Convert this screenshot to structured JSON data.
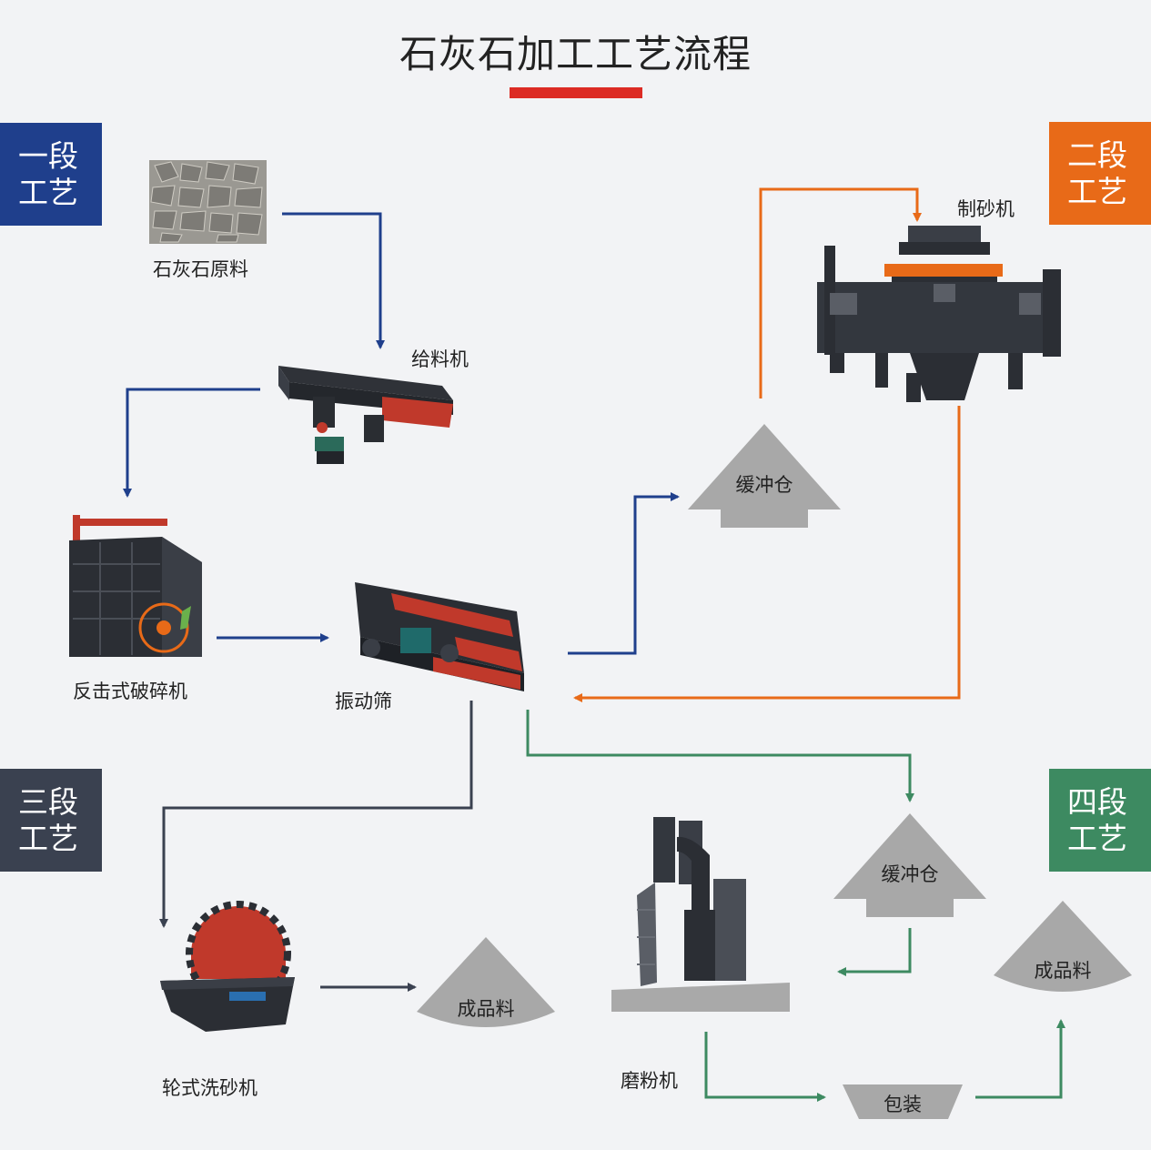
{
  "title": "石灰石加工工艺流程",
  "colors": {
    "accent_red": "#dc2b24",
    "stage1": "#1f3f8c",
    "stage2": "#e86a18",
    "stage3": "#3a4150",
    "stage4": "#3d8a61",
    "arrow_blue": "#1f3f8c",
    "arrow_orange": "#e86a18",
    "arrow_dark": "#3a4150",
    "arrow_green": "#3d8a61",
    "pile_gray": "#a8a8a8"
  },
  "stages": {
    "stage1": {
      "line1": "一段",
      "line2": "工艺"
    },
    "stage2": {
      "line1": "二段",
      "line2": "工艺"
    },
    "stage3": {
      "line1": "三段",
      "line2": "工艺"
    },
    "stage4": {
      "line1": "四段",
      "line2": "工艺"
    }
  },
  "nodes": {
    "raw_material": "石灰石原料",
    "feeder": "给料机",
    "impact_crusher": "反击式破碎机",
    "vibrating_screen": "振动筛",
    "sand_maker": "制砂机",
    "buffer_bin_1": "缓冲仓",
    "buffer_bin_2": "缓冲仓",
    "wheel_sand_washer": "轮式洗砂机",
    "product_1": "成品料",
    "product_2": "成品料",
    "grinding_mill": "磨粉机",
    "packaging": "包装"
  }
}
